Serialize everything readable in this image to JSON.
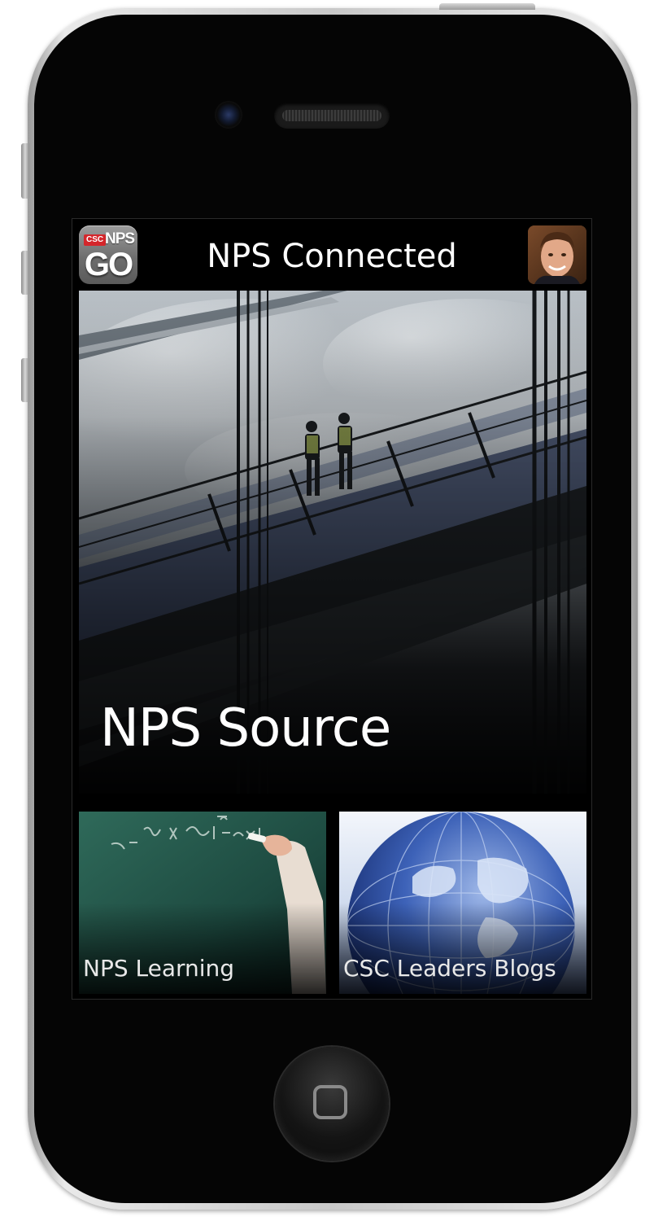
{
  "header": {
    "title": "NPS Connected",
    "app_icon": {
      "badge": "CSC",
      "brand": "NPS",
      "mark": "GO",
      "name": "nps-go-app-icon"
    },
    "avatar": "user-avatar-photo"
  },
  "tiles": {
    "hero": {
      "label": "NPS Source",
      "image": "bridge-workers-photo"
    },
    "learning": {
      "label": "NPS Learning",
      "image": "chalkboard-equation-photo"
    },
    "blogs": {
      "label": "CSC Leaders Blogs",
      "image": "globe-photo"
    }
  },
  "device": {
    "home_button": "home-button",
    "colors": {
      "screen_bg": "#000000",
      "badge_red": "#d4262b",
      "text": "#ffffff"
    }
  }
}
